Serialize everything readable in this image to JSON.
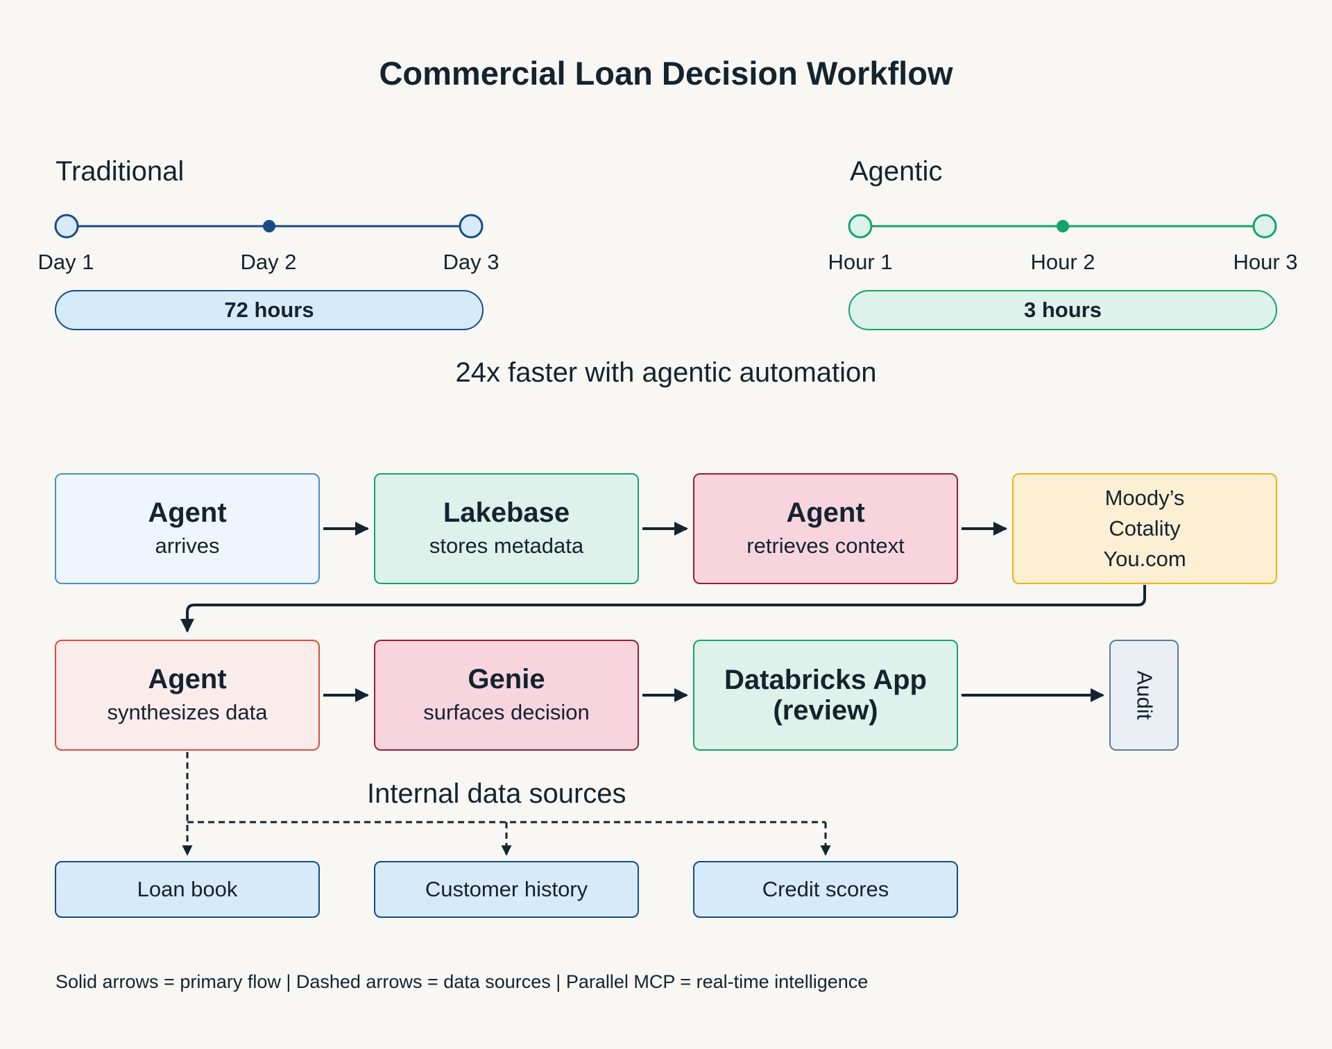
{
  "title": "Commercial Loan Decision Workflow",
  "traditional": {
    "label": "Traditional",
    "ticks": [
      "Day 1",
      "Day 2",
      "Day 3"
    ],
    "duration": "72 hours",
    "color": "#174b85"
  },
  "agentic": {
    "label": "Agentic",
    "ticks": [
      "Hour 1",
      "Hour 2",
      "Hour 3"
    ],
    "duration": "3 hours",
    "color": "#14a36b"
  },
  "speedup_text": "24x faster with agentic automation",
  "row1": [
    {
      "title": "Agent",
      "subtitle": "arrives"
    },
    {
      "title": "Lakebase",
      "subtitle": "stores metadata"
    },
    {
      "title": "Agent",
      "subtitle": "retrieves context"
    },
    {
      "lines": [
        "Moody’s",
        "Cotality",
        "You.com"
      ]
    }
  ],
  "row2": [
    {
      "title": "Agent",
      "subtitle": "synthesizes data"
    },
    {
      "title": "Genie",
      "subtitle": "surfaces decision"
    },
    {
      "title_lines": [
        "Databricks App",
        "(review)"
      ]
    },
    {
      "label": "Audit"
    }
  ],
  "internal_sources_label": "Internal data sources",
  "sources": [
    "Loan book",
    "Customer history",
    "Credit scores"
  ],
  "legend": "Solid arrows = primary flow | Dashed arrows = data sources | Parallel MCP = real-time intelligence"
}
